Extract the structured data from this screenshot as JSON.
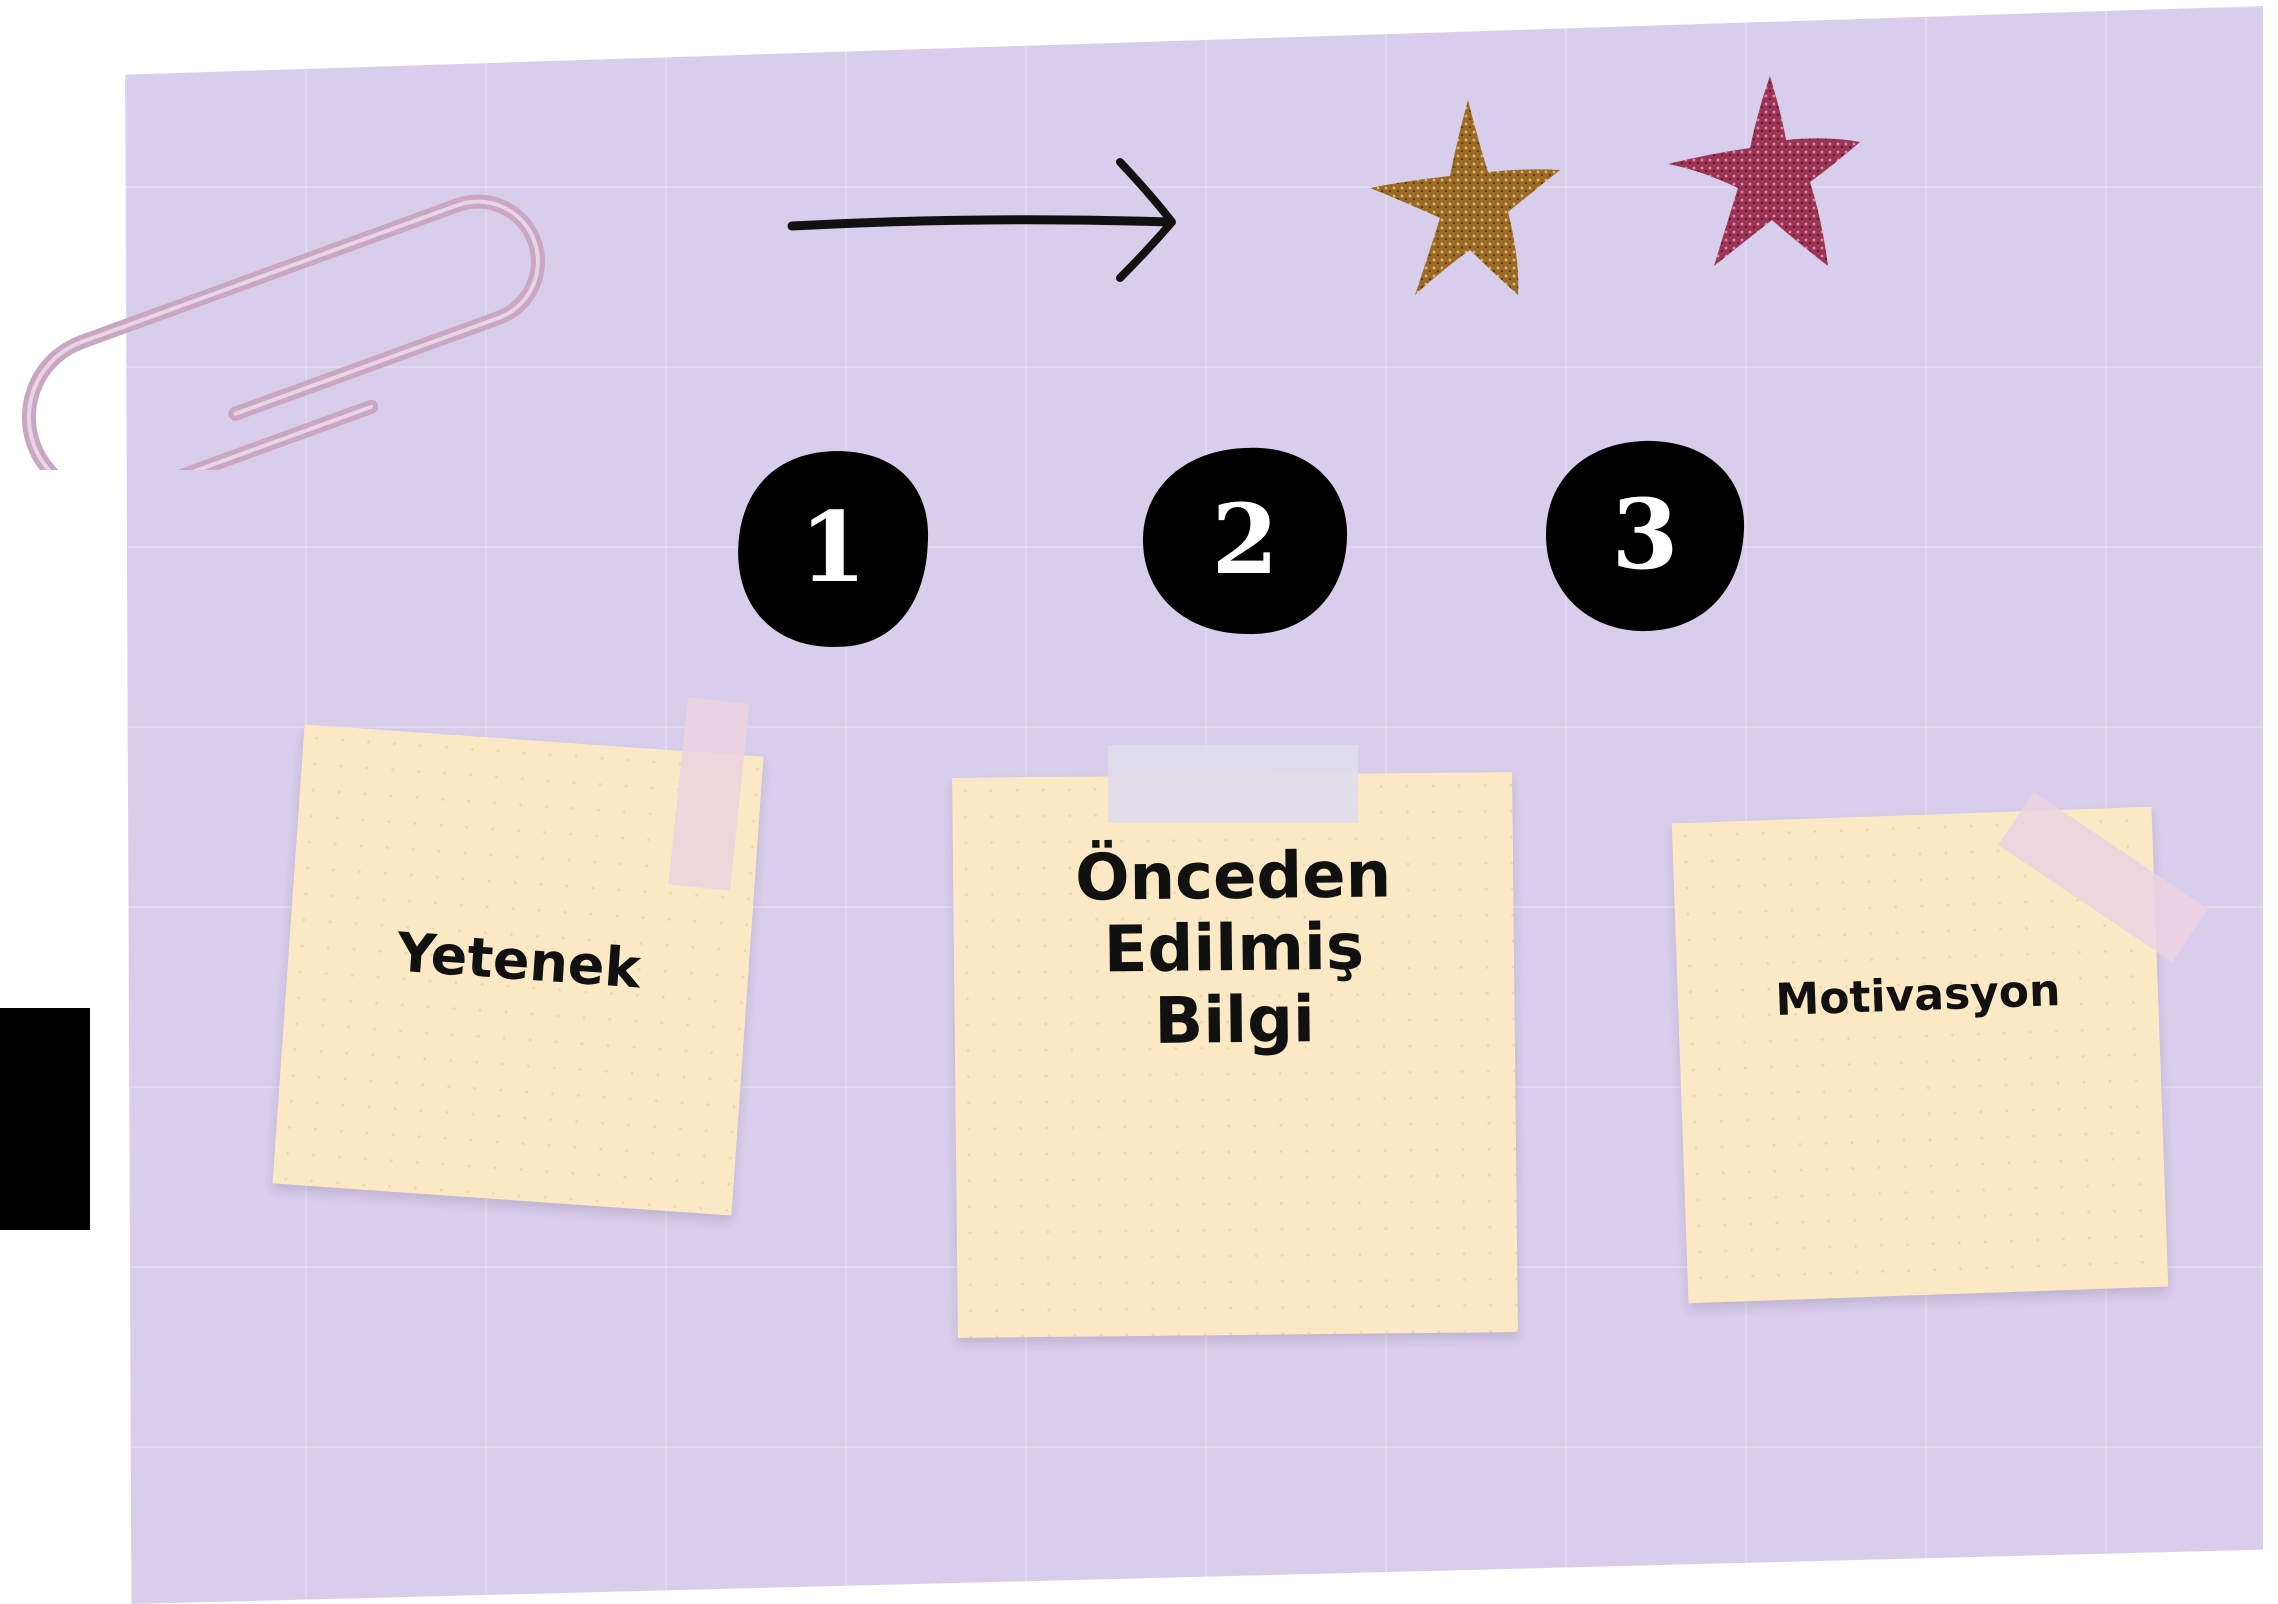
{
  "badges": [
    {
      "number": "1"
    },
    {
      "number": "2"
    },
    {
      "number": "3"
    }
  ],
  "notes": [
    {
      "label": "Yetenek"
    },
    {
      "label_lines": [
        "Önceden",
        "Edilmiş",
        "Bilgi"
      ]
    },
    {
      "label": "Motivasyon"
    }
  ],
  "colors": {
    "paper": "#d8cdea",
    "note": "#fbe9c6",
    "star_gold": "#a87630",
    "star_rose": "#a8405e",
    "clip": "#c9a6c2"
  },
  "icons": [
    "paperclip-icon",
    "arrow-right-icon",
    "star-icon",
    "star-icon"
  ]
}
